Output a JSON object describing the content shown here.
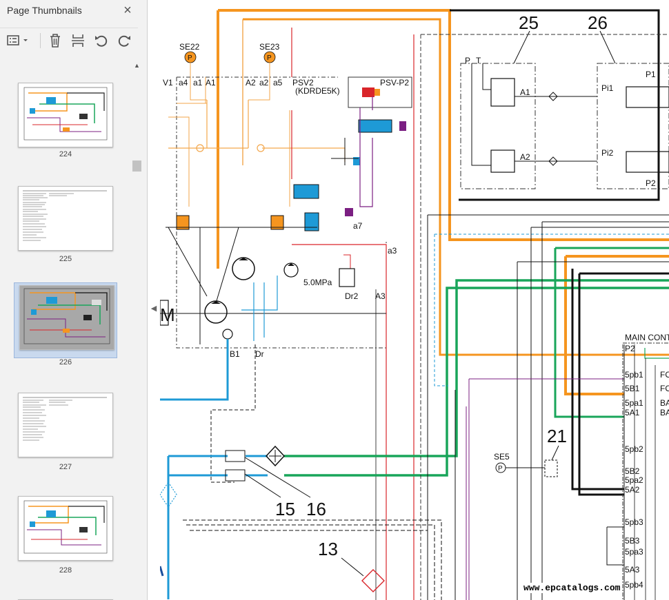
{
  "sidebar": {
    "title": "Page Thumbnails",
    "close_glyph": "×",
    "toolbar": {
      "options": "thumbnail-options-icon",
      "delete": "delete-pages-icon",
      "insert": "insert-pages-icon",
      "rotate_ccw": "rotate-counterclockwise-icon",
      "rotate_cw": "rotate-clockwise-icon"
    },
    "thumbnails": [
      {
        "page": "224",
        "kind": "schematic",
        "selected": false
      },
      {
        "page": "225",
        "kind": "text",
        "selected": false
      },
      {
        "page": "226",
        "kind": "schematic",
        "selected": true
      },
      {
        "page": "227",
        "kind": "text",
        "selected": false
      },
      {
        "page": "228",
        "kind": "schematic",
        "selected": false
      }
    ]
  },
  "document": {
    "labels": {
      "v1": "V1",
      "a4": "a4",
      "a1": "a1",
      "A1": "A1",
      "A2": "A2",
      "a2": "a2",
      "a5": "a5",
      "se22": "SE22",
      "se23": "SE23",
      "p_badge": "P",
      "psv2": "PSV2",
      "kdrde": "(KDRDE5K)",
      "psvp2": "PSV-P2",
      "a7": "a7",
      "a3": "a3",
      "mpa": "5.0MPa",
      "dr2": "Dr2",
      "A3": "A3",
      "b1": "B1",
      "dr": "Dr",
      "motor_m": "M",
      "n25": "25",
      "n26": "26",
      "P": "P",
      "T": "T",
      "vA1": "A1",
      "vA2": "A2",
      "pi1": "Pi1",
      "pi2": "Pi2",
      "p1": "P1",
      "p2": "P2",
      "n21": "21",
      "se5": "SE5",
      "n15": "15",
      "n16": "16",
      "n13": "13",
      "main_cont": "MAIN CONT",
      "port_p2": "P2",
      "p5pb1": "5pb1",
      "p5b1": "5B1",
      "p5pa1": "5pa1",
      "p5a1": "5A1",
      "p5pb2": "5pb2",
      "p5b2": "5B2",
      "p5pa2": "5pa2",
      "p5a2": "5A2",
      "p5pb3": "5pb3",
      "p5b3": "5B3",
      "p5pa3": "5pa3",
      "p5a3": "5A3",
      "p5pb4": "5pb4",
      "fo1": "FO",
      "fo2": "FO",
      "ba1": "BA",
      "ba2": "BA"
    },
    "watermark": "www.epcatalogs.com",
    "colors": {
      "orange": "#f5951f",
      "green": "#19a55a",
      "blue": "#1e9ad6",
      "red": "#d9252a",
      "purple": "#7b1f82",
      "light_orange": "#f3a64a",
      "navy": "#1a4f9c"
    }
  }
}
